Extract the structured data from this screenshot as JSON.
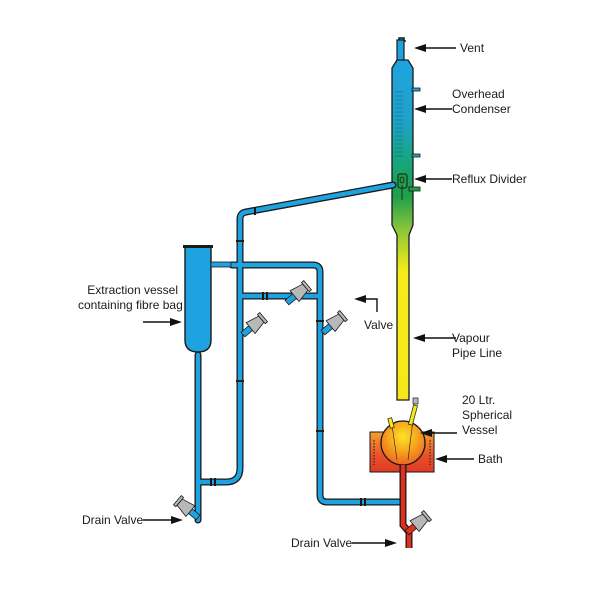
{
  "diagram": {
    "title": "Soxhlet extraction apparatus schematic",
    "labels": {
      "vent": "Vent",
      "overhead_condenser": "Overhead\nCondenser",
      "reflux_divider": "Reflux Divider",
      "extraction_vessel": "Extraction vessel\ncontaining fibre bag",
      "valve": "Valve",
      "vapour_pipe_line": "Vapour\nPipe Line",
      "spherical_vessel": "20 Ltr.\nSpherical\nVessel",
      "bath": "Bath",
      "drain_valve_left": "Drain Valve",
      "drain_valve_right": "Drain Valve"
    },
    "colors": {
      "cold_pipe": "#1fa3e0",
      "condenser_top": "#1fa3e0",
      "condenser_mid": "#18a88a",
      "divider_green": "#1f9e4a",
      "vapour_yellow": "#f5ec1a",
      "vessel_orange": "#f7a21e",
      "bath_red": "#e8402a",
      "drain_red": "#e0301e",
      "valve_gray": "#b8b8b8",
      "outline": "#1a1a1a"
    }
  }
}
